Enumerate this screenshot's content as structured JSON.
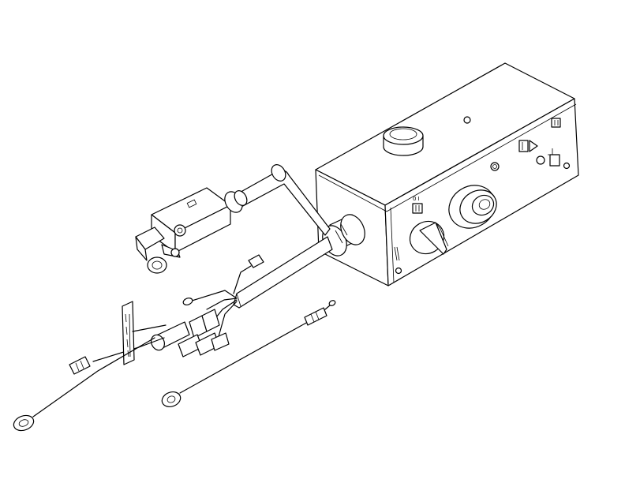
{
  "figure": {
    "kind": "exploded-line-drawing",
    "stroke_color": "#000000",
    "background_color": "#ffffff"
  },
  "parts": {
    "control_box": "control-box",
    "push_button": "push-button",
    "rotary_switch": "rotary-switch",
    "top_button": "top-button",
    "limit_switch": "limit-switch",
    "conduit": "conduit",
    "cable_gland": "cable-gland",
    "wire_harness": "wire-harness",
    "ground_wire": "ground-wire",
    "ring_terminal": "ring-terminal",
    "connector_plug": "connector-plug",
    "warning_tag": "warning-tag"
  }
}
